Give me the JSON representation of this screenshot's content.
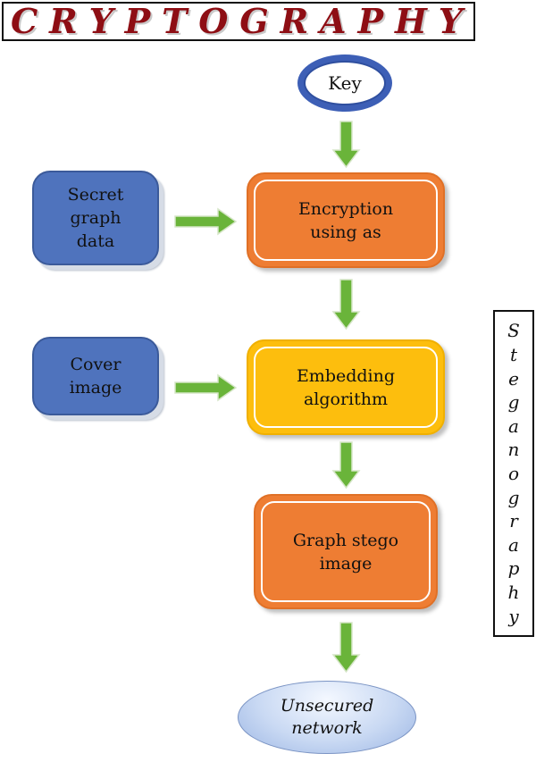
{
  "title": {
    "letters": [
      "C",
      "R",
      "Y",
      "P",
      "T",
      "O",
      "G",
      "R",
      "A",
      "P",
      "H",
      "Y"
    ]
  },
  "side_label": {
    "letters": [
      "S",
      "t",
      "e",
      "g",
      "a",
      "n",
      "o",
      "g",
      "r",
      "a",
      "p",
      "h",
      "y"
    ]
  },
  "nodes": {
    "key": "Key",
    "secret_data": "Secret\ngraph\ndata",
    "encryption": "Encryption\nusing as",
    "cover_image": "Cover\nimage",
    "embedding": "Embedding\nalgorithm",
    "stego_image": "Graph stego\nimage",
    "network": "Unsecured\nnetwork"
  },
  "colors": {
    "title_text": "#8e0e14",
    "blue_box": "#4f73bd",
    "orange_box": "#ee7d33",
    "yellow_box": "#fdbe0d",
    "arrow": "#6ab43a",
    "key_ring": "#3d5fb6"
  }
}
